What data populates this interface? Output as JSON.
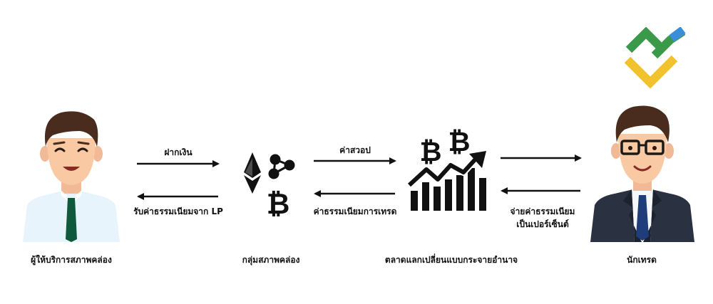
{
  "nodes": {
    "provider": {
      "label": "ผู้ให้บริการสภาพคล่อง",
      "icon": "smiling-man-icon"
    },
    "pool": {
      "label": "กลุ่มสภาพคล่อง",
      "icon": "crypto-coins-icon"
    },
    "exchange": {
      "label": "ตลาดแลกเปลี่ยนแบบกระจายอำนาจ",
      "icon": "bitcoin-chart-icon"
    },
    "trader": {
      "label": "นักเทรด",
      "icon": "man-with-glasses-icon"
    }
  },
  "arrows": {
    "deposit": "ฝากเงิน",
    "lp_fee": "รับค่าธรรมเนียมจาก LP",
    "swap_fee": "ค่าสวอป",
    "trading_fee": "ค่าธรรมเนียมการเทรด",
    "percent_fee_line1": "จ่ายค่าธรรมเนียม",
    "percent_fee_line2": "เป็นเปอร์เซ็นต์"
  },
  "colors": {
    "logo_green": "#3a9a4a",
    "logo_blue": "#3b8fd9",
    "logo_yellow": "#f2c12e",
    "skin": "#f9c9a4",
    "hair": "#4a2c1e",
    "shirt": "#e8f4fb",
    "suit": "#2a3140",
    "tie_green": "#0f5a3c",
    "tie_blue": "#1e3d7a"
  }
}
